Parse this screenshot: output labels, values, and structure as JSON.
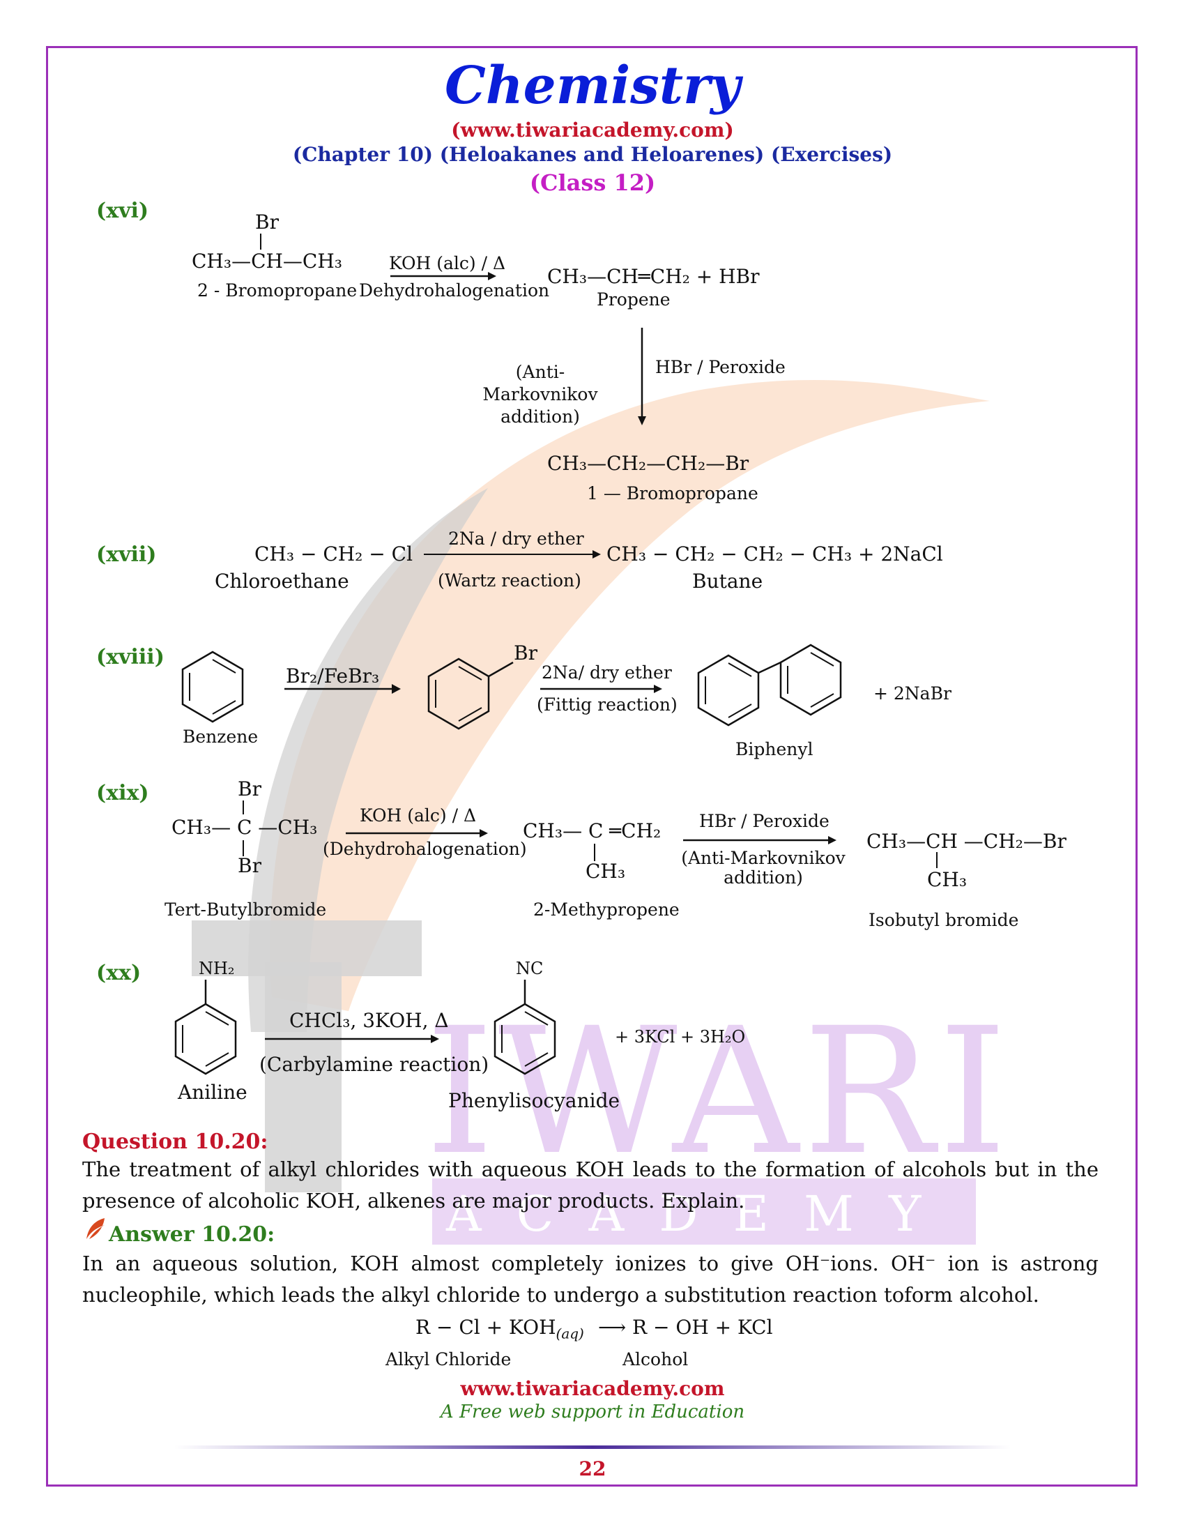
{
  "header": {
    "title": "Chemistry",
    "website": "(www.tiwariacademy.com)",
    "chapter": "(Chapter 10) (Heloakanes and Heloarenes) (Exercises)",
    "class": "(Class 12)"
  },
  "watermark": {
    "big": "IWARI",
    "small": "A C A D E M Y"
  },
  "xvi": {
    "num": "(xvi)",
    "br": "Br",
    "reactant": "CH₃—CH—CH₃",
    "reactant_name": "2 - Bromopropane",
    "reagent": "KOH (alc) / Δ",
    "reaction": "Dehydrohalogenation",
    "product": "CH₃—CH═CH₂  +  HBr",
    "product_name": "Propene",
    "side_note": "(Anti-Markovnikov addition)",
    "down_reagent": "HBr / Peroxide",
    "final": "CH₃—CH₂—CH₂—Br",
    "final_name": "1 — Bromopropane"
  },
  "xvii": {
    "num": "(xvii)",
    "reactant": "CH₃ − CH₂ − Cl",
    "reactant_name": "Chloroethane",
    "reagent": "2Na  / dry ether",
    "reaction": "(Wartz reaction)",
    "product": "CH₃ − CH₂ − CH₂ − CH₃   +   2NaCl",
    "product_name": "Butane"
  },
  "xviii": {
    "num": "(xviii)",
    "benzene": "Benzene",
    "reagent1": "Br₂/FeBr₃",
    "br": "Br",
    "reagent2": "2Na/ dry ether",
    "reaction": "(Fittig reaction)",
    "product_name": "Biphenyl",
    "byproduct": "+     2NaBr"
  },
  "xix": {
    "num": "(xix)",
    "br_top": "Br",
    "reactant": "CH₃— C —CH₃",
    "br_bottom": "Br",
    "reactant_name": "Tert-Butylbromide",
    "reagent": "KOH (alc) / Δ",
    "reaction": "(Dehydrohalogenation)",
    "product": "CH₃— C ═CH₂",
    "product_ch3": "CH₃",
    "product_name": "2-Methypropene",
    "reagent2": "HBr / Peroxide",
    "note2": "(Anti-Markovnikov addition)",
    "final": "CH₃—CH —CH₂—Br",
    "final_ch3": "CH₃",
    "final_name": "Isobutyl bromide"
  },
  "xx": {
    "num": "(xx)",
    "nh2": "NH₂",
    "reactant_name": "Aniline",
    "reagent": "CHCl₃, 3KOH, Δ",
    "reaction": "(Carbylamine reaction)",
    "nc": "NC",
    "product_name": "Phenylisocyanide",
    "byproducts": "+     3KCl    +    3H₂O"
  },
  "question": {
    "label": "Question 10.20:",
    "text": "The treatment of alkyl chlorides with aqueous KOH leads to the formation of alcohols but in the presence of alcoholic KOH, alkenes are major products. Explain."
  },
  "answer": {
    "label": "Answer 10.20:",
    "text": "In an aqueous solution, KOH almost completely ionizes to give OH⁻ions. OH⁻ ion is astrong nucleophile, which leads the alkyl chloride to undergo a substitution reaction toform alcohol.",
    "equation_left": "R − Cl + KOH",
    "equation_sub": "(aq)",
    "equation_right": "⟶ R − OH + KCl",
    "left_name": "Alkyl Chloride",
    "right_name": "Alcohol"
  },
  "footer": {
    "website": "www.tiwariacademy.com",
    "tagline": "A Free web support in Education",
    "page": "22"
  }
}
